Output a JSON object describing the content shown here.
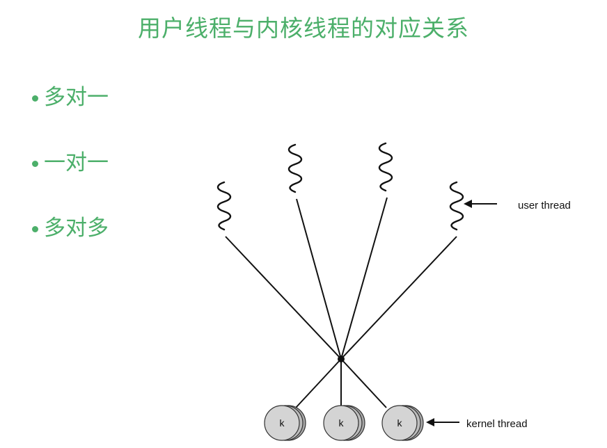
{
  "title": "用户线程与内核线程的对应关系",
  "bullets": [
    {
      "label": "多对一"
    },
    {
      "label": "一对一"
    },
    {
      "label": "多对多"
    }
  ],
  "diagram": {
    "user_thread_label": "user thread",
    "kernel_thread_label": "kernel thread",
    "kernel_threads": [
      {
        "label": "k"
      },
      {
        "label": "k"
      },
      {
        "label": "k"
      }
    ],
    "user_thread_count": 4
  }
}
